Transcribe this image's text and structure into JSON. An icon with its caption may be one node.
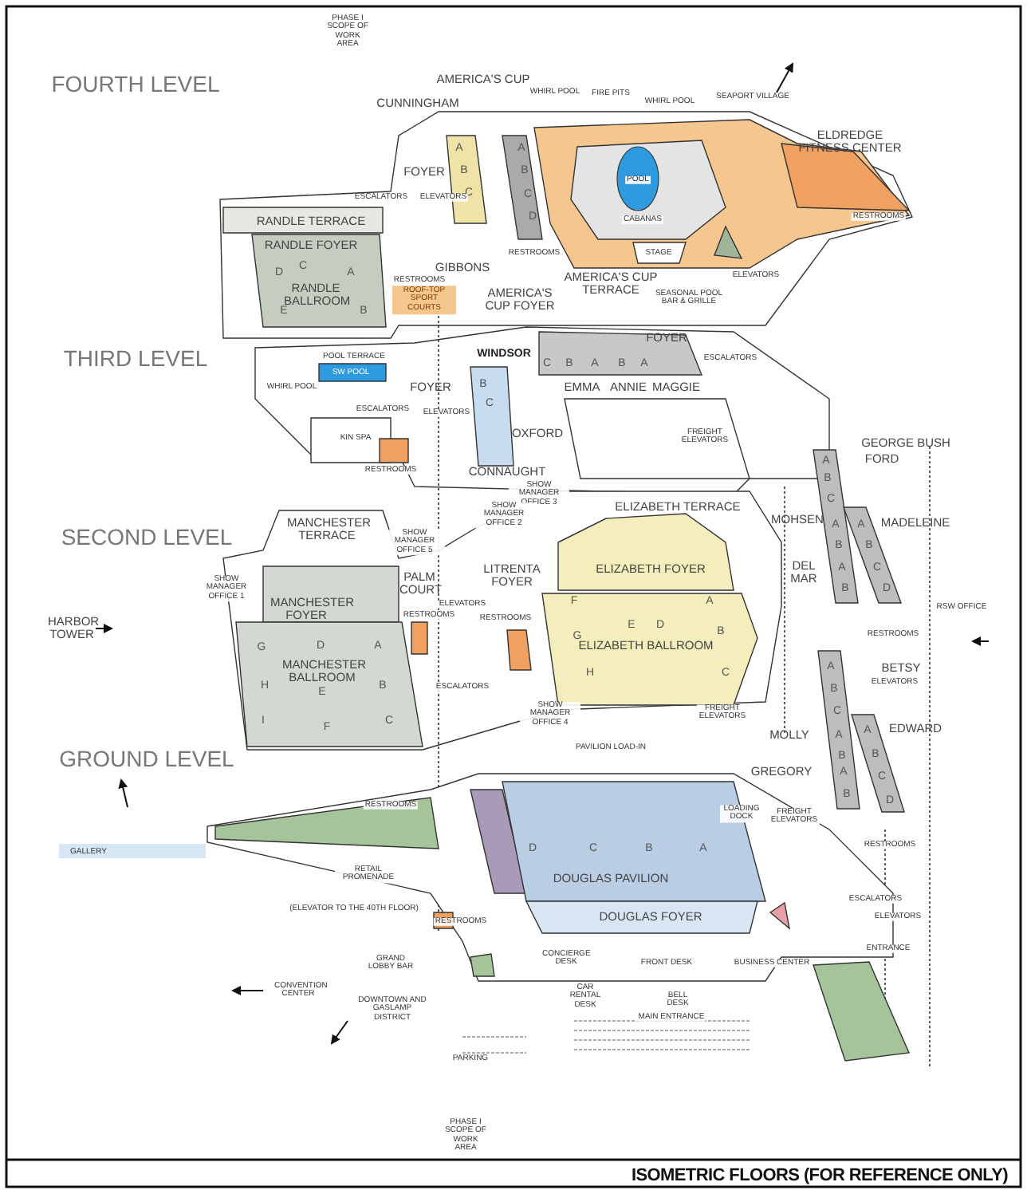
{
  "diagram": {
    "caption": "ISOMETRIC FLOORS (FOR REFERENCE ONLY)",
    "labels": [
      "PHASE I SCOPE OF WORK AREA",
      "FOURTH LEVEL",
      "AMERICA'S CUP",
      "WHIRL POOL",
      "FIRE PITS",
      "WHIRL POOL",
      "SEAPORT VILLAGE",
      "CUNNINGHAM",
      "ELDREDGE FITNESS CENTER",
      "A",
      "A",
      "FOYER",
      "B",
      "B",
      "POOL",
      "C",
      "C",
      "ESCALATORS",
      "ELEVATORS",
      "CABANAS",
      "D",
      "RESTROOMS",
      "RANDLE TERRACE",
      "RANDLE FOYER",
      "RESTROOMS",
      "STAGE",
      "GIBBONS",
      "D",
      "C",
      "A",
      "ELEVATORS",
      "RESTROOMS",
      "AMERICA'S CUP TERRACE",
      "RANDLE BALLROOM",
      "ROOF-TOP SPORT COURTS",
      "SEASONAL POOL BAR & GRILLE",
      "AMERICA'S CUP FOYER",
      "E",
      "B",
      "FOYER",
      "POOL TERRACE",
      "THIRD LEVEL",
      "WINDSOR",
      "C",
      "B",
      "A",
      "B",
      "A",
      "ESCALATORS",
      "SW POOL",
      "FOYER",
      "B",
      "EMMA",
      "ANNIE",
      "MAGGIE",
      "WHIRL POOL",
      "C",
      "ESCALATORS",
      "ELEVATORS",
      "OXFORD",
      "KIN SPA",
      "FREIGHT ELEVATORS",
      "GEORGE BUSH",
      "A",
      "FORD",
      "RESTROOMS",
      "CONNAUGHT",
      "B",
      "C",
      "SHOW MANAGER OFFICE 3",
      "ELIZABETH TERRACE",
      "SECOND LEVEL",
      "MANCHESTER TERRACE",
      "SHOW MANAGER OFFICE 5",
      "SHOW MANAGER OFFICE 2",
      "MOHSEN",
      "A",
      "A",
      "MADELEINE",
      "B",
      "B",
      "SHOW MANAGER OFFICE 1",
      "PALM COURT",
      "LITRENTA FOYER",
      "ELIZABETH FOYER",
      "DEL MAR",
      "A",
      "C",
      "B",
      "D",
      "F",
      "A",
      "ELEVATORS",
      "RSW OFFICE",
      "MANCHESTER FOYER",
      "RESTROOMS",
      "RESTROOMS",
      "E",
      "D",
      "HARBOR TOWER",
      "G",
      "B",
      "RESTROOMS",
      "G",
      "D",
      "A",
      "ELIZABETH BALLROOM",
      "A",
      "BETSY",
      "MANCHESTER BALLROOM",
      "H",
      "C",
      "ELEVATORS",
      "H",
      "B",
      "ESCALATORS",
      "B",
      "E",
      "C",
      "SHOW MANAGER OFFICE 4",
      "FREIGHT ELEVATORS",
      "I",
      "F",
      "C",
      "MOLLY",
      "A",
      "A",
      "EDWARD",
      "B",
      "B",
      "GROUND LEVEL",
      "PAVILION LOAD-IN",
      "GREGORY",
      "A",
      "C",
      "B",
      "D",
      "RESTROOMS",
      "LOADING DOCK",
      "FREIGHT ELEVATORS",
      "RESTROOMS",
      "D",
      "C",
      "B",
      "A",
      "RETAIL PROMENADE",
      "DOUGLAS PAVILION",
      "ESCALATORS",
      "(ELEVATOR TO THE 40TH FLOOR)",
      "ELEVATORS",
      "DOUGLAS FOYER",
      "RESTROOMS",
      "ENTRANCE",
      "GRAND LOBBY BAR",
      "CONCIERGE DESK",
      "FRONT DESK",
      "BUSINESS CENTER",
      "CONVENTION CENTER",
      "CAR RENTAL DESK",
      "BELL DESK",
      "DOWNTOWN AND GASLAMP DISTRICT",
      "MAIN ENTRANCE",
      "PARKING",
      "PHASE I SCOPE OF WORK AREA"
    ],
    "legend": [
      {
        "text": "GALLERY",
        "color": "#d6e6f5"
      }
    ]
  }
}
